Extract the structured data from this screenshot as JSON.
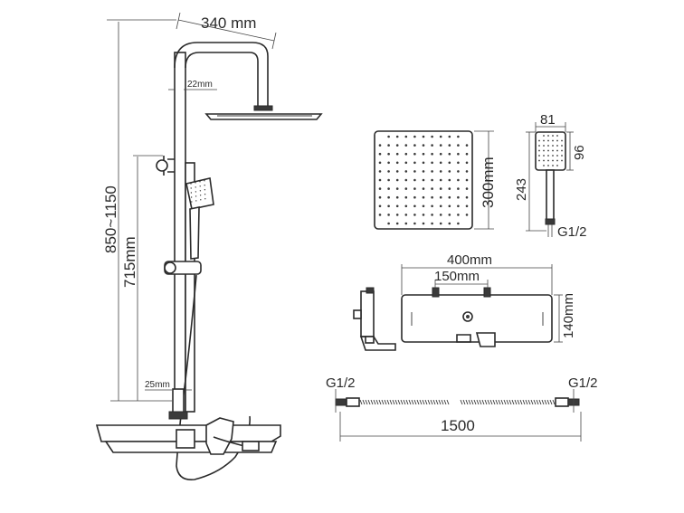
{
  "dimensions": {
    "arm_width": "340 mm",
    "wall_gap": "22mm",
    "height_range": "850~1150",
    "holder_height": "715mm",
    "pipe_diameter": "25mm",
    "overhead_size": "300mm",
    "hand_width": "81",
    "hand_head_height": "96",
    "hand_total_height": "243",
    "hand_thread": "G1/2",
    "shelf_width": "400mm",
    "inlet_spacing": "150mm",
    "shelf_height": "140mm",
    "hose_thread_left": "G1/2",
    "hose_thread_right": "G1/2",
    "hose_length": "1500"
  }
}
